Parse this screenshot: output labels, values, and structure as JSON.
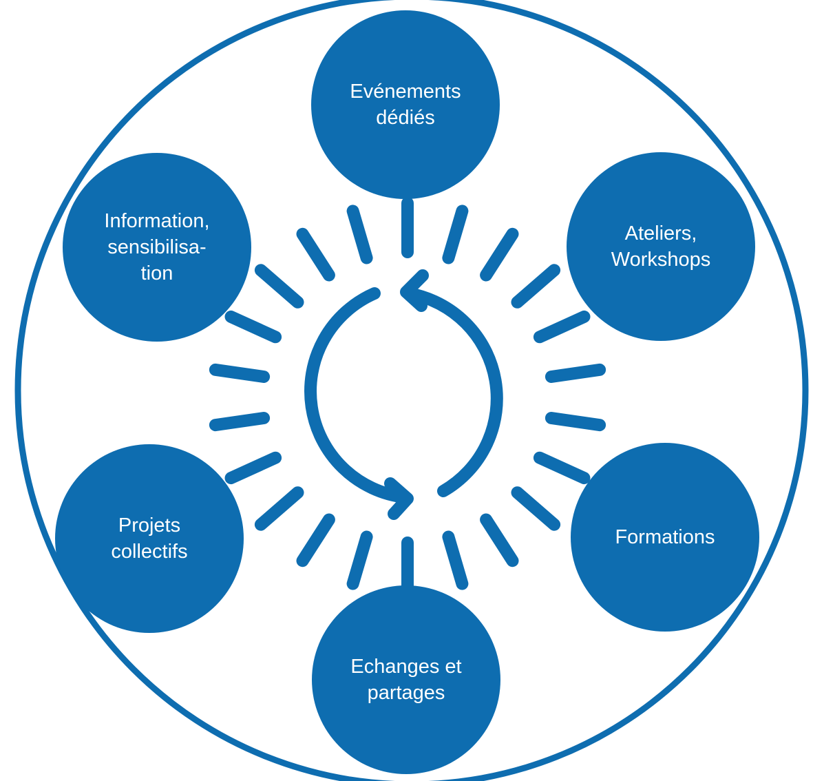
{
  "colors": {
    "primary": "#0e6db0",
    "background": "#ffffff"
  },
  "diagram": {
    "center_icon": "cycle-arrows-icon",
    "nodes": {
      "top": "Evénements\ndédiés",
      "upper_right": "Ateliers,\nWorkshops",
      "lower_right": "Formations",
      "bottom": "Echanges et\npartages",
      "lower_left": "Projets\ncollectifs",
      "upper_left": "Information,\nsensibilisa-\ntion"
    }
  }
}
